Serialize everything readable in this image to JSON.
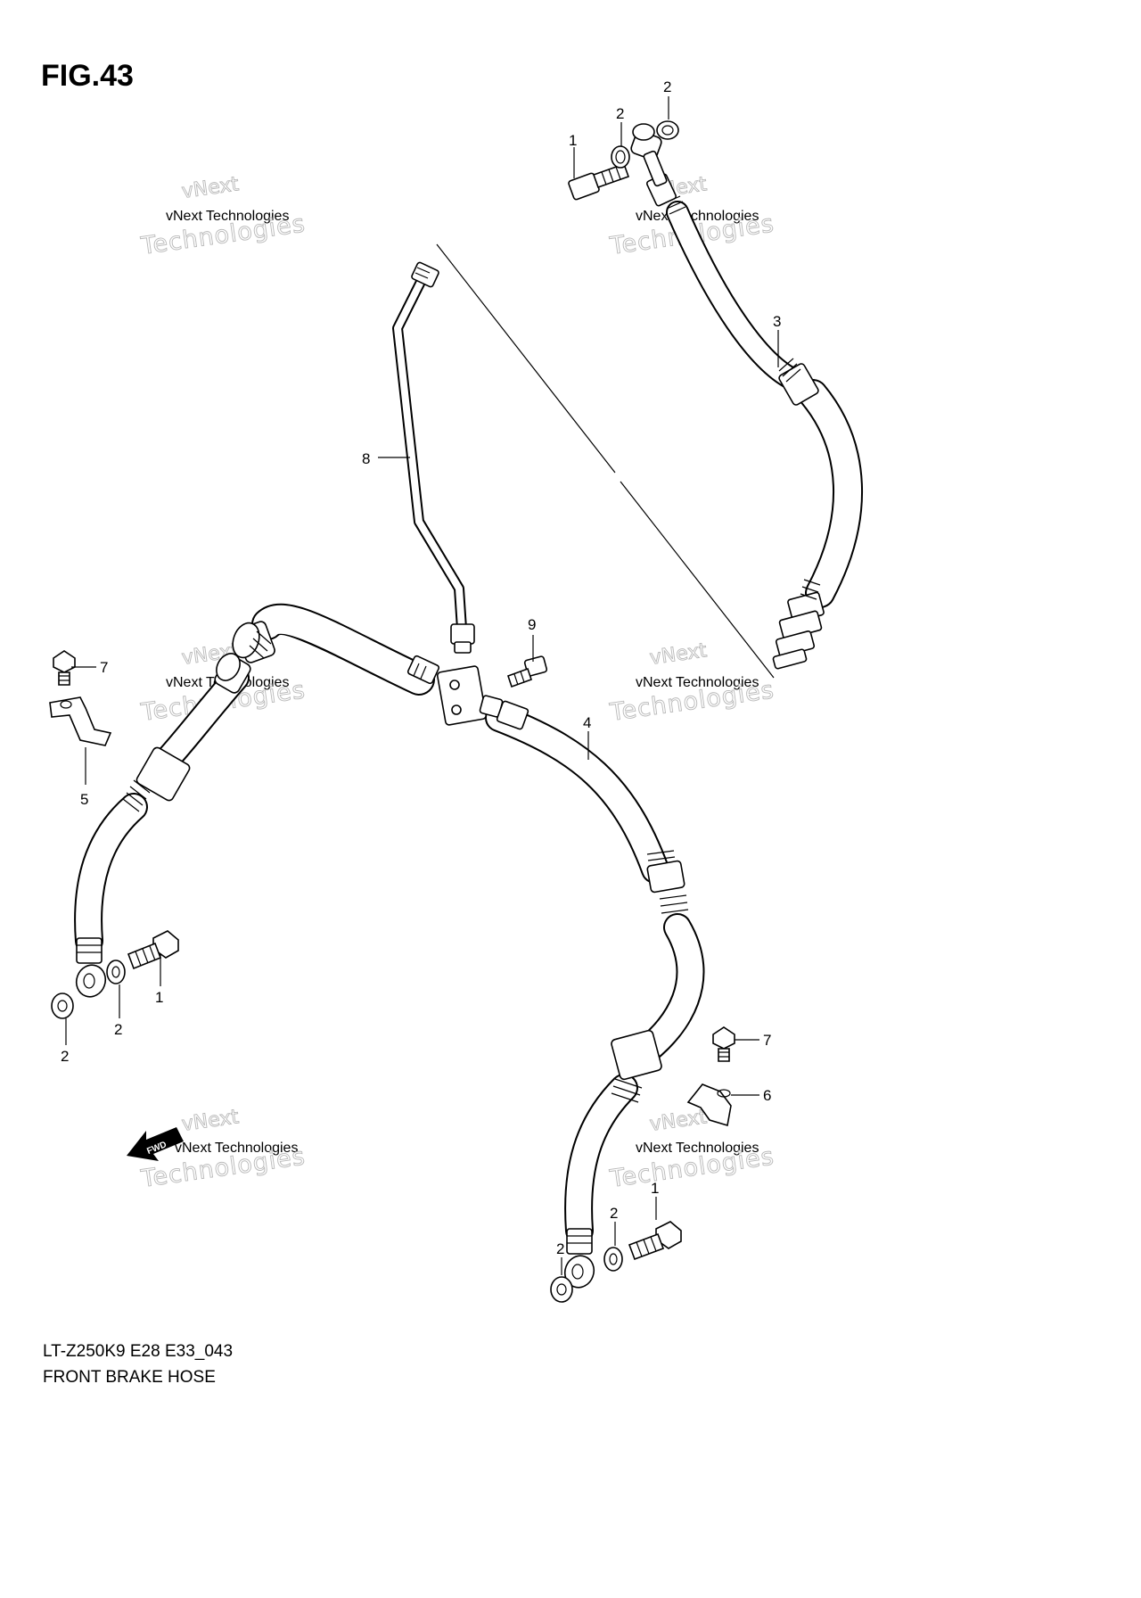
{
  "figure": {
    "title": "FIG.43"
  },
  "caption": {
    "code": "LT-Z250K9 E28 E33_043",
    "name": "FRONT BRAKE HOSE"
  },
  "watermark": {
    "line": "vNext Technologies",
    "word1": "vNext",
    "word2": "Technologies"
  },
  "fwd_arrow": {
    "label": "FWD"
  },
  "callouts": [
    {
      "id": "c1a",
      "label": "1"
    },
    {
      "id": "c2a",
      "label": "2"
    },
    {
      "id": "c2b",
      "label": "2"
    },
    {
      "id": "c3",
      "label": "3"
    },
    {
      "id": "c8",
      "label": "8"
    },
    {
      "id": "c9",
      "label": "9"
    },
    {
      "id": "c7a",
      "label": "7"
    },
    {
      "id": "c5",
      "label": "5"
    },
    {
      "id": "c4",
      "label": "4"
    },
    {
      "id": "c1b",
      "label": "1"
    },
    {
      "id": "c2c",
      "label": "2"
    },
    {
      "id": "c2d",
      "label": "2"
    },
    {
      "id": "c7b",
      "label": "7"
    },
    {
      "id": "c6",
      "label": "6"
    },
    {
      "id": "c2e",
      "label": "2"
    },
    {
      "id": "c2f",
      "label": "2"
    },
    {
      "id": "c1c",
      "label": "1"
    }
  ]
}
